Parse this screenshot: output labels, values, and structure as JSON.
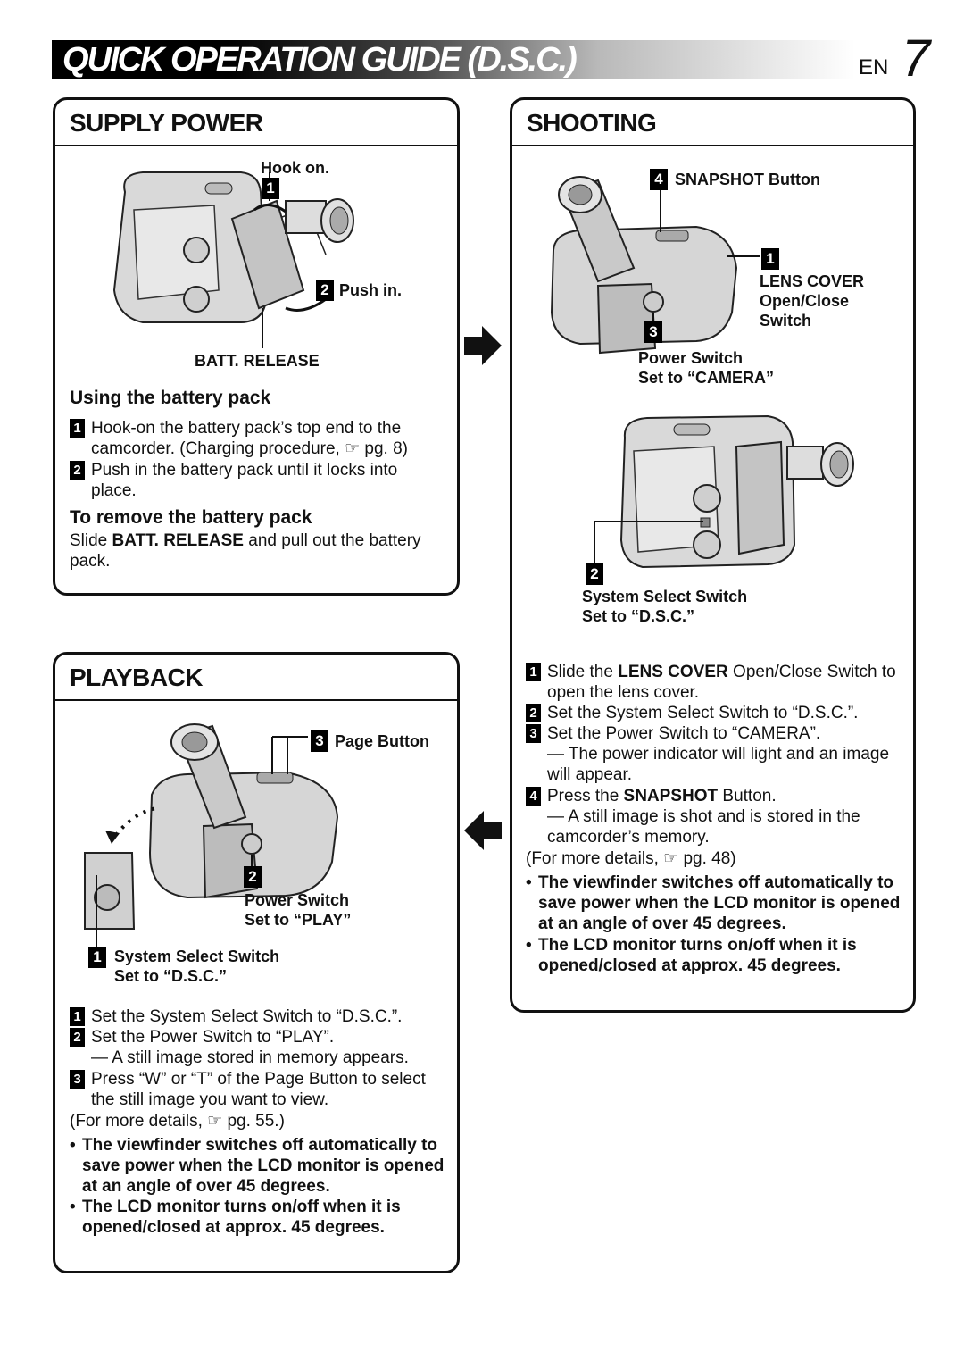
{
  "header": {
    "title": "QUICK OPERATION GUIDE (D.S.C.)",
    "lang": "EN",
    "page": "7"
  },
  "supply": {
    "title": "SUPPLY POWER",
    "hook": "Hook on.",
    "push": "Push in.",
    "batt": "BATT. RELEASE",
    "using_title": "Using the battery pack",
    "s1": "Hook-on the battery pack’s top end to the camcorder. (Charging procedure, ☞ pg. 8)",
    "s2": "Push in the battery pack until it locks into place.",
    "remove_title": "To remove the battery pack",
    "remove_pre": "Slide ",
    "remove_bold": "BATT. RELEASE",
    "remove_post": " and pull out the battery pack."
  },
  "playback": {
    "title": "PLAYBACK",
    "page_btn": "Page Button",
    "power1": "Power Switch",
    "power2": "Set to “PLAY”",
    "sys1": "System Select Switch",
    "sys2": "Set to “D.S.C.”",
    "s1": "Set the System Select Switch to “D.S.C.”.",
    "s2": "Set the Power Switch to “PLAY”.",
    "s2d": "— A still image stored in memory appears.",
    "s3": "Press “W” or “T” of the Page Button to select the still image you want to view.",
    "more": "(For more details, ☞ pg. 55.)",
    "b1": "The viewfinder switches off automatically to save power when the LCD monitor is opened at an angle of over 45 degrees.",
    "b2": "The LCD monitor turns on/off when it is opened/closed at approx. 45 degrees."
  },
  "shooting": {
    "title": "SHOOTING",
    "snap": "SNAPSHOT Button",
    "lens1": "LENS COVER",
    "lens2": "Open/Close",
    "lens3": "Switch",
    "power1": "Power Switch",
    "power2": "Set to “CAMERA”",
    "sys1": "System Select Switch",
    "sys2": "Set to “D.S.C.”",
    "s1_pre": "Slide the ",
    "s1_bold": "LENS COVER",
    "s1_post": " Open/Close Switch to open the lens cover.",
    "s2": "Set the System Select Switch to “D.S.C.”.",
    "s3": "Set the Power Switch to “CAMERA”.",
    "s3d": "— The power indicator will light and an image will appear.",
    "s4_pre": "Press the ",
    "s4_bold": "SNAPSHOT",
    "s4_post": " Button.",
    "s4d": "— A still image is shot and is stored in the camcorder’s memory.",
    "more": "(For more details, ☞ pg. 48)",
    "b1": "The viewfinder switches off automatically to save power when the LCD monitor is opened at an angle of over 45 degrees.",
    "b2": "The LCD monitor turns on/off when it is opened/closed at approx. 45 degrees."
  },
  "nums": {
    "n1": "1",
    "n2": "2",
    "n3": "3",
    "n4": "4"
  }
}
